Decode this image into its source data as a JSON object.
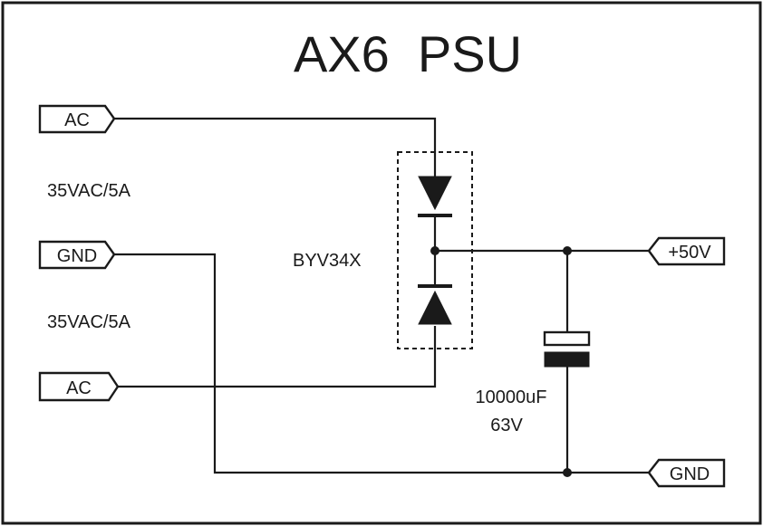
{
  "title": "AX6  PSU",
  "inputs": {
    "ac_top": "AC",
    "gnd": "GND",
    "ac_bottom": "AC"
  },
  "outputs": {
    "plus50": "+50V",
    "gnd": "GND"
  },
  "notes": {
    "rating_top": "35VAC/5A",
    "rating_bottom": "35VAC/5A"
  },
  "rectifier": {
    "part": "BYV34X"
  },
  "capacitor": {
    "value": "10000uF",
    "voltage": "63V"
  }
}
